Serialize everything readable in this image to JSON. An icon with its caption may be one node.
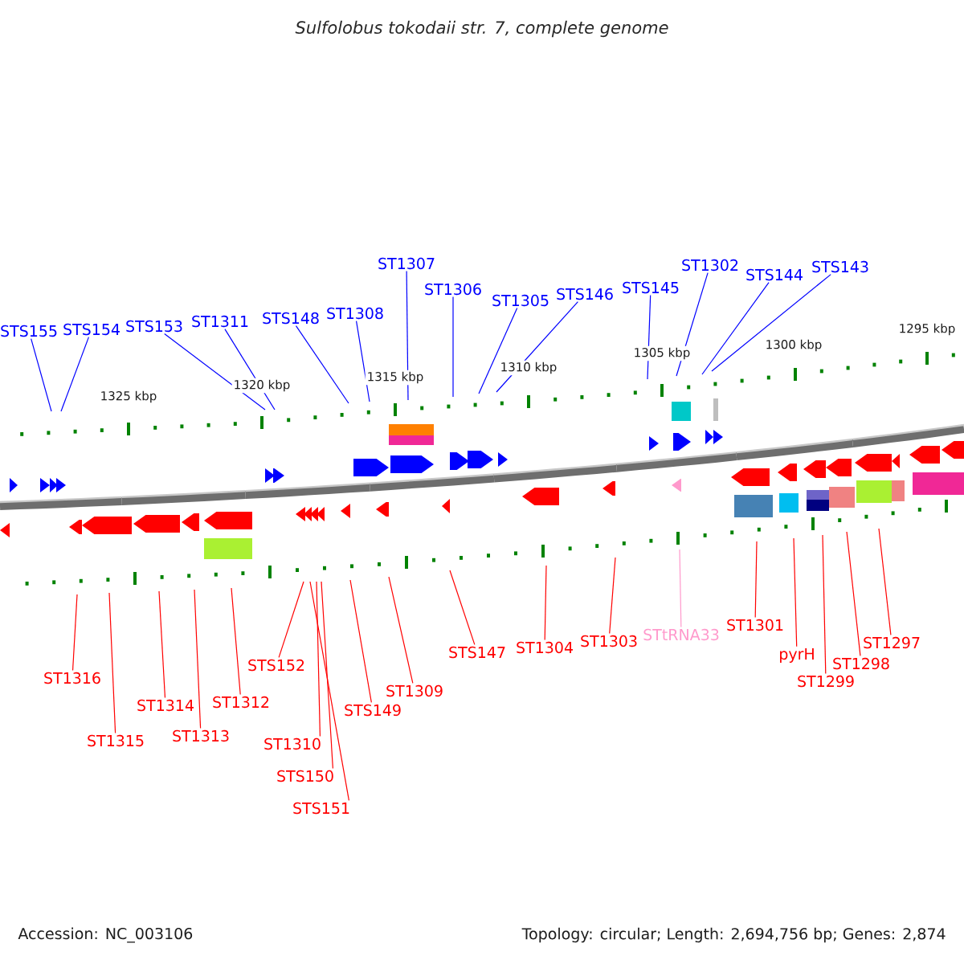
{
  "diagram": {
    "title": "Sulfolobus tokodaii str. 7, complete genome",
    "nodes": [
      {
        "text": [
          "STS155"
        ]
      },
      {
        "text": [
          "STS154"
        ]
      },
      {
        "text": [
          "STS153"
        ]
      },
      {
        "text": [
          "ST1311"
        ]
      },
      {
        "text": [
          "STS148"
        ]
      },
      {
        "text": [
          "ST1308"
        ]
      },
      {
        "text": [
          "ST1307"
        ]
      },
      {
        "text": [
          "ST1306"
        ]
      },
      {
        "text": [
          "ST1305"
        ]
      },
      {
        "text": [
          "STS146"
        ]
      },
      {
        "text": [
          "STS145"
        ]
      },
      {
        "text": [
          "ST1302"
        ]
      },
      {
        "text": [
          "STS144"
        ]
      },
      {
        "text": [
          "STS143"
        ]
      },
      {
        "text": [
          "ST1316"
        ]
      },
      {
        "text": [
          "ST1315"
        ]
      },
      {
        "text": [
          "ST1314"
        ]
      },
      {
        "text": [
          "ST1313"
        ]
      },
      {
        "text": [
          "ST1312"
        ]
      },
      {
        "text": [
          "STS152"
        ]
      },
      {
        "text": [
          "STS151"
        ]
      },
      {
        "text": [
          "STS150"
        ]
      },
      {
        "text": [
          "ST1310"
        ]
      },
      {
        "text": [
          "STS149"
        ]
      },
      {
        "text": [
          "ST1309"
        ]
      },
      {
        "text": [
          "STS147"
        ]
      },
      {
        "text": [
          "ST1304"
        ]
      },
      {
        "text": [
          "ST1303"
        ]
      },
      {
        "text": [
          "STtRNA33"
        ]
      },
      {
        "text": [
          "ST1301"
        ]
      },
      {
        "text": [
          "pyrH"
        ]
      },
      {
        "text": [
          "ST1299"
        ]
      },
      {
        "text": [
          "ST1298"
        ]
      },
      {
        "text": [
          "ST1297"
        ]
      }
    ],
    "edges": [
      {
        "from": 0,
        "to": null,
        "arrow": "none",
        "color": "#0000ff"
      },
      {
        "from": 1,
        "to": null,
        "arrow": "none",
        "color": "#0000ff"
      },
      {
        "from": 2,
        "to": null,
        "arrow": "none",
        "color": "#0000ff"
      },
      {
        "from": 3,
        "to": null,
        "arrow": "none",
        "color": "#0000ff"
      },
      {
        "from": 4,
        "to": null,
        "arrow": "none",
        "color": "#0000ff"
      },
      {
        "from": 5,
        "to": null,
        "arrow": "none",
        "color": "#0000ff"
      },
      {
        "from": 6,
        "to": null,
        "arrow": "none",
        "color": "#0000ff"
      },
      {
        "from": 7,
        "to": null,
        "arrow": "none",
        "color": "#0000ff"
      },
      {
        "from": 8,
        "to": null,
        "arrow": "none",
        "color": "#0000ff"
      },
      {
        "from": 9,
        "to": null,
        "arrow": "none",
        "color": "#0000ff"
      },
      {
        "from": 10,
        "to": null,
        "arrow": "none",
        "color": "#0000ff"
      },
      {
        "from": 11,
        "to": null,
        "arrow": "none",
        "color": "#0000ff"
      },
      {
        "from": 12,
        "to": null,
        "arrow": "none",
        "color": "#0000ff"
      },
      {
        "from": 13,
        "to": null,
        "arrow": "none",
        "color": "#0000ff"
      },
      {
        "from": 14,
        "to": null,
        "arrow": "none"
      },
      {
        "from": 15,
        "to": null,
        "arrow": "none"
      },
      {
        "from": 16,
        "to": null,
        "arrow": "none"
      },
      {
        "from": 17,
        "to": null,
        "arrow": "none"
      },
      {
        "from": 18,
        "to": null,
        "arrow": "none"
      },
      {
        "from": 19,
        "to": null,
        "arrow": "none"
      },
      {
        "from": 20,
        "to": null,
        "arrow": "none"
      },
      {
        "from": 21,
        "to": null,
        "arrow": "none"
      },
      {
        "from": 22,
        "to": null,
        "arrow": "none"
      },
      {
        "from": 23,
        "to": null,
        "arrow": "none"
      },
      {
        "from": 24,
        "to": null,
        "arrow": "none"
      },
      {
        "from": 25,
        "to": null,
        "arrow": "none"
      },
      {
        "from": 26,
        "to": null,
        "arrow": "none"
      },
      {
        "from": 27,
        "to": null,
        "arrow": "none"
      },
      {
        "from": 28,
        "to": null,
        "arrow": "none",
        "color": "#ff99cc"
      },
      {
        "from": 29,
        "to": null,
        "arrow": "none"
      },
      {
        "from": 30,
        "to": null,
        "arrow": "none"
      },
      {
        "from": 31,
        "to": null,
        "arrow": "none"
      },
      {
        "from": 32,
        "to": null,
        "arrow": "none"
      },
      {
        "from": 33,
        "to": null,
        "arrow": "none"
      }
    ],
    "labels": [
      "1325 kbp",
      "1320 kbp",
      "1315 kbp",
      "1310 kbp",
      "1305 kbp",
      "1300 kbp",
      "1295 kbp",
      "Accession: NC_003106",
      "Topology: circular; Length: 2,694,756 bp; Genes: 2,874"
    ]
  }
}
